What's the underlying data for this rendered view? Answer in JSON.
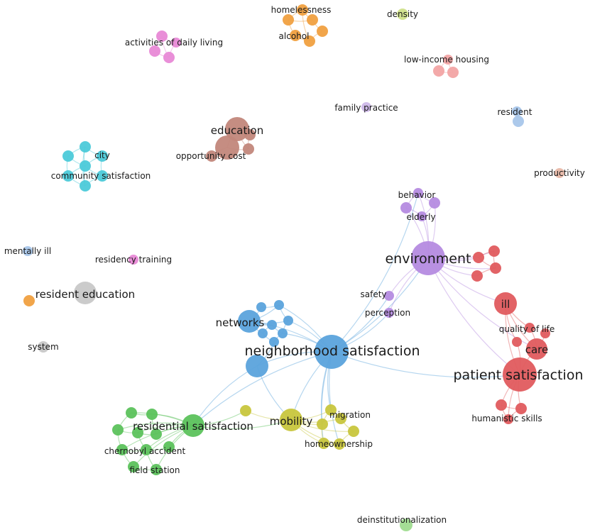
{
  "network": {
    "clusters": {
      "blue": "#5ba3dc",
      "red": "#e05b5e",
      "purple": "#b58be0",
      "green": "#5cc25c",
      "yellow": "#c8c63d",
      "cyan": "#4ccad9",
      "brown": "#c2877b",
      "orange": "#f0a040",
      "pink": "#e889d6",
      "lightred": "#f2a4a4",
      "lightblue": "#a8c6ea",
      "olive": "#cfe08a",
      "lavender": "#cdb8e8",
      "peach": "#e8b8a8",
      "gray": "#c8c8c8",
      "lightgreen": "#9fdc8f"
    },
    "labels": {
      "neighborhood_satisfaction": "neighborhood satisfaction",
      "networks": "networks",
      "environment": "environment",
      "behavior": "behavior",
      "elderly": "elderly",
      "safety": "safety",
      "perception": "perception",
      "ill": "ill",
      "quality_of_life": "quality of life",
      "care": "care",
      "patient_satisfaction": "patient satisfaction",
      "humanistic_skills": "humanistic skills",
      "residential_satisfaction": "residential satisfaction",
      "chernobyl_accident": "chernobyl accident",
      "field_station": "field station",
      "mobility": "mobility",
      "migration": "migration",
      "homeownership": "homeownership",
      "community_satisfaction": "community satisfaction",
      "city": "city",
      "education": "education",
      "opportunity_cost": "opportunity cost",
      "homelessness": "homelessness",
      "alcohol": "alcohol",
      "activities_of_daily_living": "activities of daily living",
      "density": "density",
      "low_income_housing": "low-income housing",
      "family_practice": "family practice",
      "resident": "resident",
      "productivity": "productivity",
      "mentally_ill": "mentally ill",
      "residency_training": "residency training",
      "resident_education": "resident education",
      "system": "system",
      "deinstitutionalization": "deinstitutionalization"
    }
  }
}
